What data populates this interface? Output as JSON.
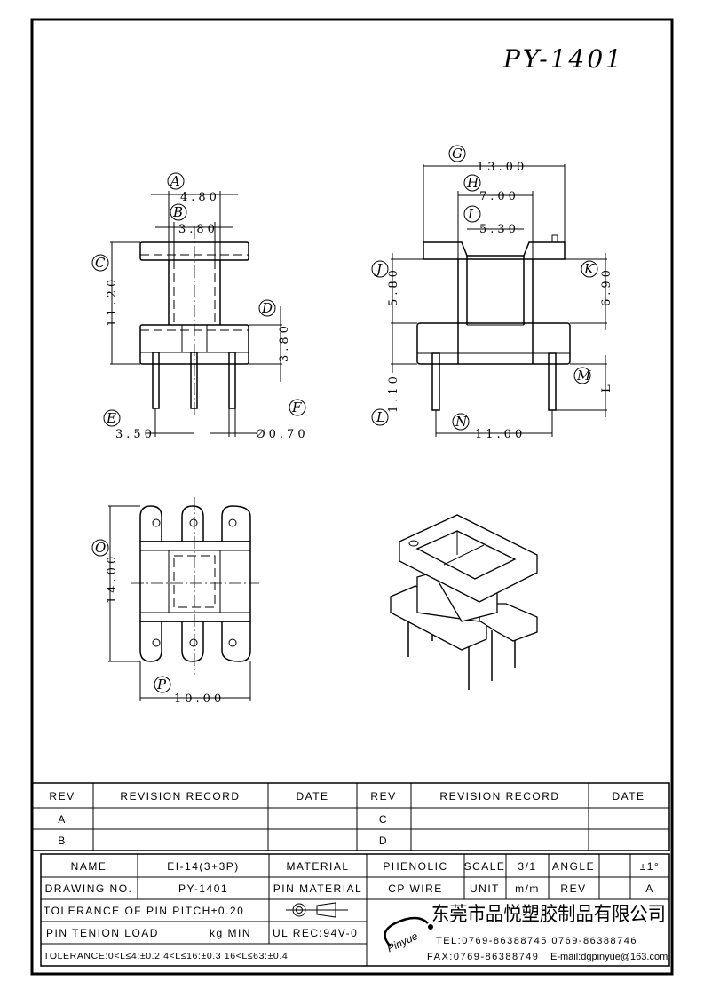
{
  "title": "PY-1401",
  "front_view": {
    "A": "A",
    "B": "B",
    "C": "C",
    "D": "D",
    "E": "E",
    "F": "F",
    "dim_a": "4.80",
    "dim_b": "3.80",
    "dim_c": "11.20",
    "dim_d": "3.80",
    "dim_e": "3.50",
    "dim_f": "Ø0.70"
  },
  "side_view": {
    "G": "G",
    "H": "H",
    "I": "I",
    "J": "J",
    "K": "K",
    "L": "L",
    "M": "M",
    "N": "N",
    "dim_g": "13.00",
    "dim_h": "7.00",
    "dim_i": "5.30",
    "dim_j": "5.80",
    "dim_k": "6.90",
    "dim_l": "1.10",
    "dim_m": "L",
    "dim_n": "11.00"
  },
  "bottom_view": {
    "O": "O",
    "P": "P",
    "dim_o": "14.00",
    "dim_p": "10.00"
  },
  "revision_table": {
    "headers": [
      "REV",
      "REVISION RECORD",
      "DATE",
      "REV",
      "REVISION RECORD",
      "DATE"
    ],
    "rows": [
      [
        "A",
        "",
        "",
        "C",
        "",
        ""
      ],
      [
        "B",
        "",
        "",
        "D",
        "",
        ""
      ]
    ]
  },
  "title_block": {
    "name_label": "NAME",
    "name": "EI-14(3+3P)",
    "material_label": "MATERIAL",
    "material": "PHENOLIC",
    "scale_label": "SCALE",
    "scale": "3/1",
    "angle_label": "ANGLE",
    "angle": "±1°",
    "drawing_no_label": "DRAWING NO.",
    "drawing_no": "PY-1401",
    "pin_material_label": "PIN MATERIAL",
    "pin_material": "CP WIRE",
    "unit_label": "UNIT",
    "unit": "m/m",
    "rev_label": "REV",
    "rev": "A",
    "pin_pitch_tol": "TOLERANCE OF PIN PITCH±0.20",
    "pin_load_label": "PIN TENION LOAD",
    "pin_load_unit": "kg MIN",
    "ul": "UL REC:94V-0",
    "tolerance": "TOLERANCE:0<L≤4:±0.2  4<L≤16:±0.3  16<L≤63:±0.4",
    "logo_text": "Pinyue",
    "company": "东莞市品悦塑胶制品有限公司",
    "tel": "TEL:0769-86388745   0769-86388746",
    "fax": "FAX:0769-86388749",
    "email": "E-mail:dgpinyue@163.com"
  }
}
